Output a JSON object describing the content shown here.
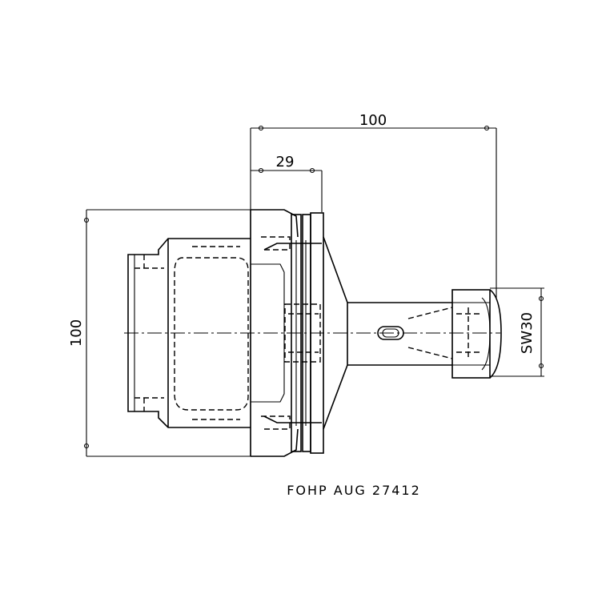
{
  "drawing": {
    "dim_total_length": "100",
    "dim_flange_length": "29",
    "dim_height": "100",
    "dim_wrench": "SW30",
    "caption": "FOHP AUG 27412"
  }
}
